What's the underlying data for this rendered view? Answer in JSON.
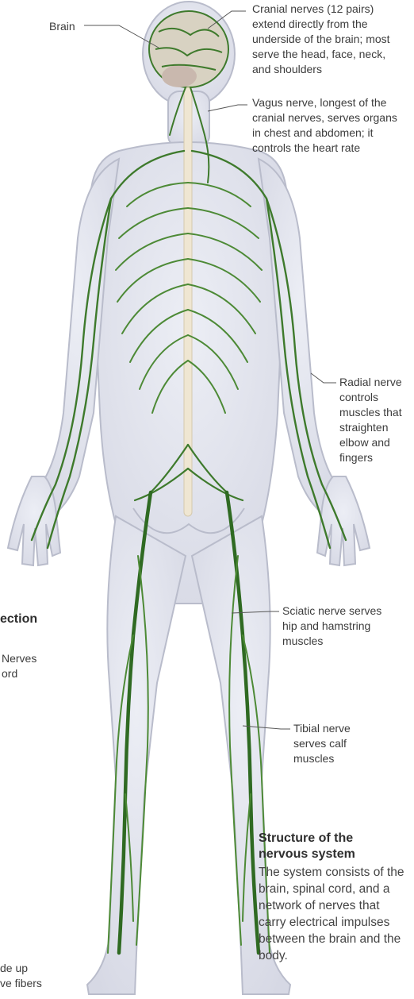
{
  "labels": {
    "brain": "Brain",
    "cranial_nerves": "Cranial nerves (12 pairs)\nextend directly from the\nunderside of the brain; most\nserve the head, face, neck,\nand shoulders",
    "vagus_nerve": "Vagus nerve, longest of the\ncranial nerves, serves organs\nin chest and abdomen; it\ncontrols the heart rate",
    "radial_nerve": "Radial nerve\ncontrols\nmuscles that\nstraighten\nelbow and\nfingers",
    "sciatic_nerve": "Sciatic nerve serves\nhip and hamstring\nmuscles",
    "tibial_nerve": "Tibial nerve\nserves calf\nmuscles"
  },
  "structure": {
    "heading_line1": "Structure of the",
    "heading_line2": "nervous system",
    "body": "The system consists of the brain, spinal cord, and a network of nerves that carry electrical impulses between the brain and the body."
  },
  "cropped_left": {
    "section_heading": "ection",
    "nerves_text": "Nerves\nord",
    "bottom_text": "de up\nve fibers"
  },
  "colors": {
    "nerve": "#3e7a2c",
    "nerve_light": "#6a9c52",
    "body_fill": "#e2e3ec",
    "body_outline": "#b9bccb",
    "spine": "#efe6d2",
    "leader": "#555555"
  }
}
